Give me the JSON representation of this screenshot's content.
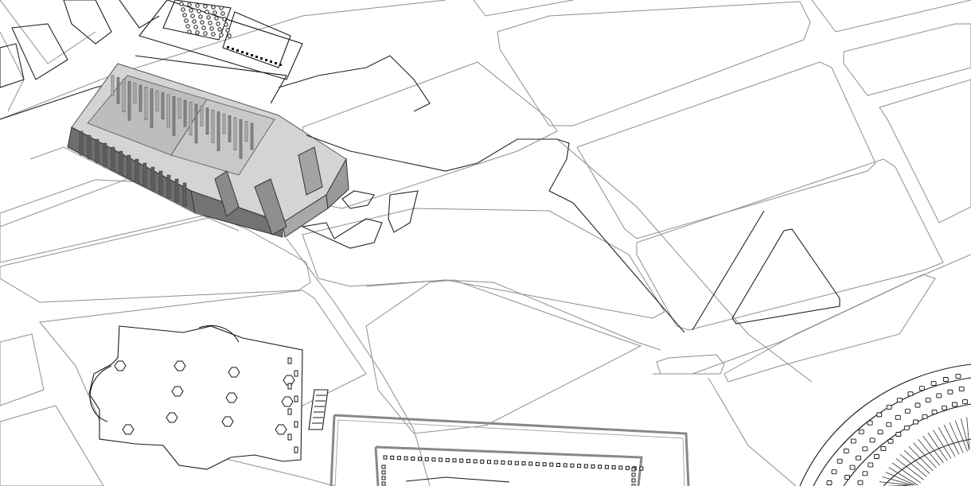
{
  "scene": {
    "kind": "axonometric site plan",
    "colors": {
      "background": "#ffffff",
      "street_lines": "#8e8e8e",
      "plot_outlines": "#222222",
      "building_light": "#d4d4d4",
      "building_mid": "#a9a9a9",
      "building_dark": "#6e6e6e"
    },
    "features": [
      "street-grid",
      "3d-building-block",
      "courtyard-plan",
      "basilica-floor-plan",
      "temple-rectangle-plan",
      "amphitheatre-plan",
      "triangular-plot"
    ]
  }
}
